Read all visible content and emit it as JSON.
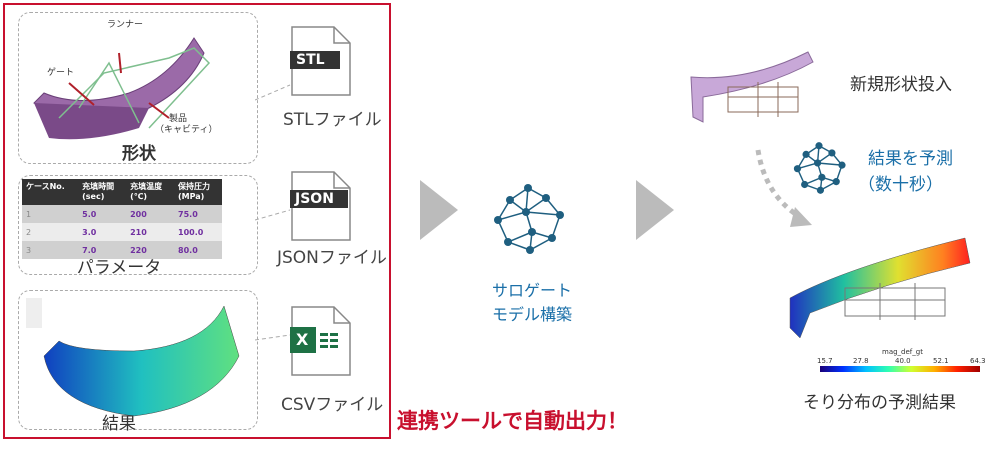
{
  "left_panel": {
    "shape": {
      "caption": "形状",
      "labels": {
        "runner": "ランナー",
        "gate": "ゲート",
        "product": "製品",
        "cavity": "（キャビティ）"
      }
    },
    "parameters": {
      "caption": "パラメータ",
      "headers": [
        "ケースNo.",
        "充填時間\n(sec)",
        "充填温度\n(℃)",
        "保持圧力\n(MPa)"
      ],
      "rows": [
        [
          "1",
          "5.0",
          "200",
          "75.0"
        ],
        [
          "2",
          "3.0",
          "210",
          "100.0"
        ],
        [
          "3",
          "7.0",
          "220",
          "80.0"
        ]
      ]
    },
    "result": {
      "caption": "結果"
    }
  },
  "files": [
    {
      "badge": "STL",
      "label": "STLファイル"
    },
    {
      "badge": "JSON",
      "label": "JSONファイル"
    },
    {
      "badge": "X",
      "label": "CSVファイル"
    }
  ],
  "auto_output": "連携ツールで自動出力！",
  "surrogate": {
    "line1": "サロゲート",
    "line2": "モデル構築"
  },
  "right": {
    "new_shape": "新規形状投入",
    "predict1": "結果を予測",
    "predict2": "（数十秒）",
    "colorbar": {
      "title": "mag_def_gt",
      "ticks": [
        "15.7",
        "27.8",
        "40.0",
        "52.1",
        "64.3"
      ]
    },
    "caption": "そり分布の予測結果"
  },
  "colors": {
    "red": "#c8102e",
    "blue": "#1a6fa8",
    "net": "#1f5f80"
  }
}
